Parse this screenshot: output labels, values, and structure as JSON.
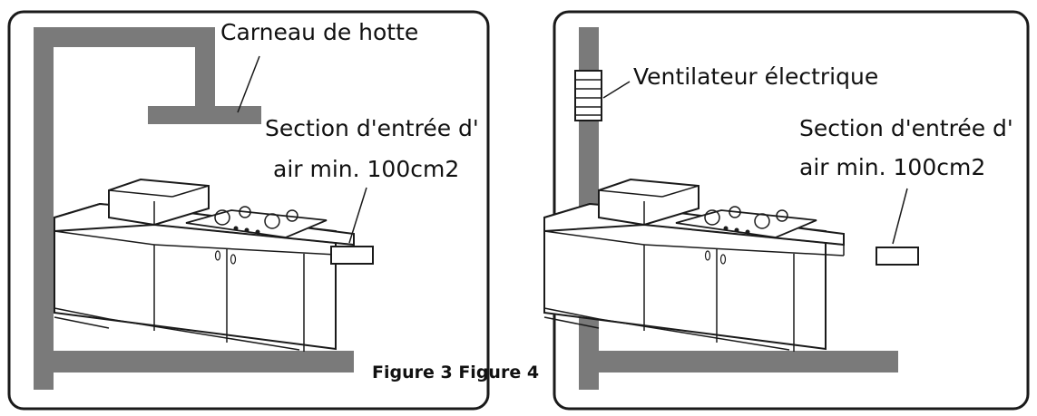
{
  "labels": {
    "hood_duct": "Carneau de hotte",
    "electric_fan": "Ventilateur électrique",
    "left_inlet_line1": "Section d'entrée d'",
    "left_inlet_line2": "air min. 100cm2",
    "right_inlet_line1": "Section d'entrée d'",
    "right_inlet_line2": "air min. 100cm2",
    "caption": "Figure 3 Figure 4"
  },
  "colors": {
    "wall": "#7a7a7a",
    "frame": "#1a1a1a",
    "line": "#1a1a1a",
    "fill": "#ffffff"
  }
}
